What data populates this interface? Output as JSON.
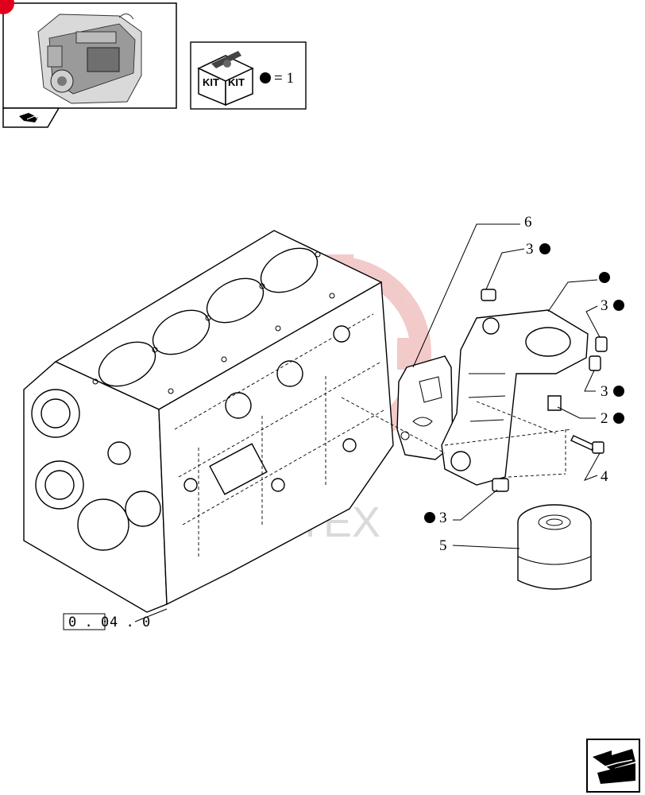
{
  "page": {
    "nav_icon": "arrow-back-icon",
    "corner_marker_color": "#e0001b",
    "watermark_color": "#e8a0a0"
  },
  "kit_legend": {
    "box_word_1": "KIT",
    "box_word_2": "KIT",
    "equals_text": "= 1"
  },
  "reference": {
    "boxed_part": "0 . 0",
    "suffix": "4 . 0"
  },
  "watermark": {
    "text": "ARTEX"
  },
  "callouts": {
    "c6": "6",
    "c3_top": "3",
    "c3_right_upper": "3",
    "c3_right_lower": "3",
    "c2": "2",
    "c4": "4",
    "c3_bottom": "3",
    "c5": "5"
  }
}
